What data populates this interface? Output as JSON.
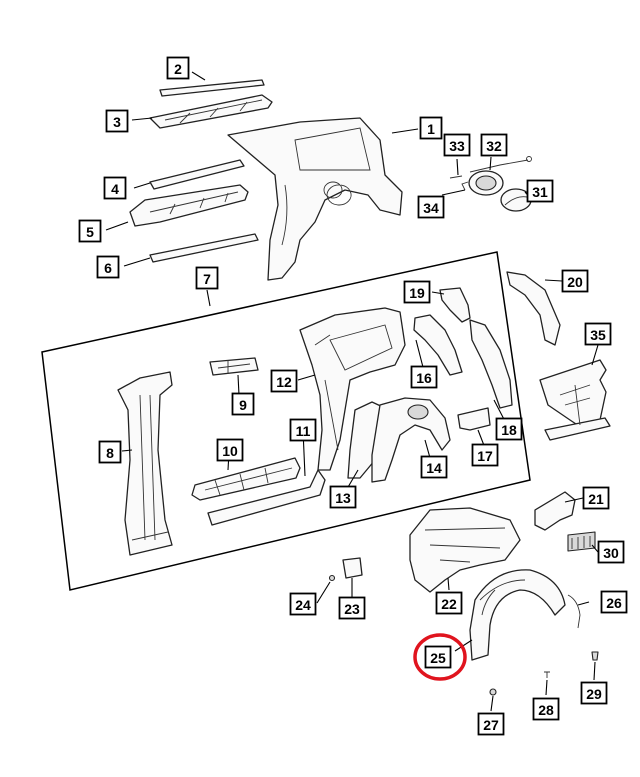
{
  "diagram": {
    "callouts": [
      {
        "id": "c1",
        "label": "1"
      },
      {
        "id": "c2",
        "label": "2"
      },
      {
        "id": "c3",
        "label": "3"
      },
      {
        "id": "c4",
        "label": "4"
      },
      {
        "id": "c5",
        "label": "5"
      },
      {
        "id": "c6",
        "label": "6"
      },
      {
        "id": "c7",
        "label": "7"
      },
      {
        "id": "c8",
        "label": "8"
      },
      {
        "id": "c9",
        "label": "9"
      },
      {
        "id": "c10",
        "label": "10"
      },
      {
        "id": "c11",
        "label": "11"
      },
      {
        "id": "c12",
        "label": "12"
      },
      {
        "id": "c13",
        "label": "13"
      },
      {
        "id": "c14",
        "label": "14"
      },
      {
        "id": "c16",
        "label": "16"
      },
      {
        "id": "c17",
        "label": "17"
      },
      {
        "id": "c18",
        "label": "18"
      },
      {
        "id": "c19",
        "label": "19"
      },
      {
        "id": "c20",
        "label": "20"
      },
      {
        "id": "c21",
        "label": "21"
      },
      {
        "id": "c22",
        "label": "22"
      },
      {
        "id": "c23",
        "label": "23"
      },
      {
        "id": "c24",
        "label": "24"
      },
      {
        "id": "c25",
        "label": "25"
      },
      {
        "id": "c26",
        "label": "26"
      },
      {
        "id": "c27",
        "label": "27"
      },
      {
        "id": "c28",
        "label": "28"
      },
      {
        "id": "c29",
        "label": "29"
      },
      {
        "id": "c30",
        "label": "30"
      },
      {
        "id": "c31",
        "label": "31"
      },
      {
        "id": "c32",
        "label": "32"
      },
      {
        "id": "c33",
        "label": "33"
      },
      {
        "id": "c34",
        "label": "34"
      },
      {
        "id": "c35",
        "label": "35"
      }
    ],
    "highlight": {
      "target": "25",
      "color": "#e0141e"
    },
    "colors": {
      "line": "#000000",
      "part_fill": "#d9d9d9",
      "background": "#ffffff"
    }
  }
}
